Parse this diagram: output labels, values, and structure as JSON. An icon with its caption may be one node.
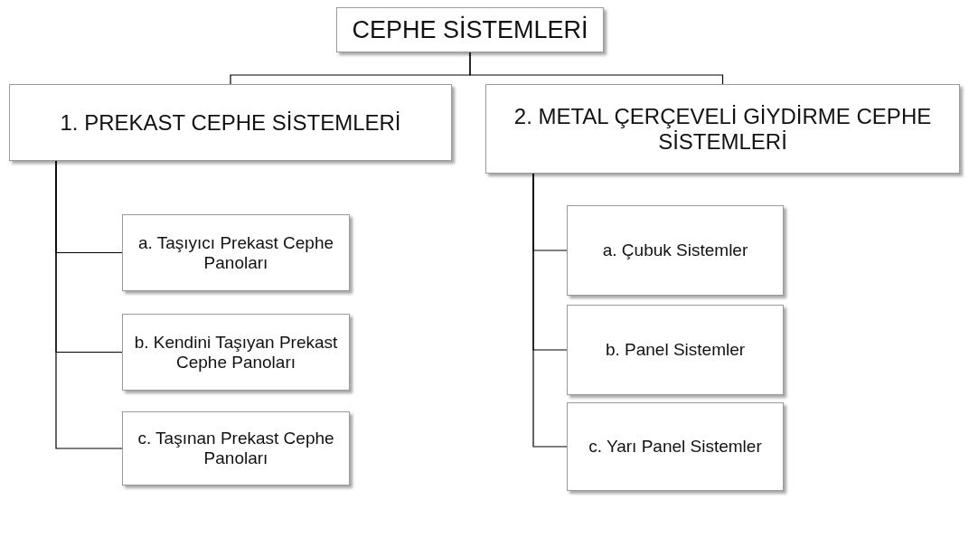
{
  "diagram": {
    "nodes": [
      {
        "text": [
          "CEPHE SİSTEMLERİ"
        ]
      },
      {
        "text": [
          "1. PREKAST CEPHE SİSTEMLERİ"
        ]
      },
      {
        "text": [
          "2. METAL ÇERÇEVELİ GİYDİRME CEPHE SİSTEMLERİ"
        ]
      },
      {
        "text": [
          "a. Taşıyıcı Prekast Cephe Panoları"
        ]
      },
      {
        "text": [
          "b. Kendini Taşıyan Prekast Cephe Panoları"
        ]
      },
      {
        "text": [
          "c. Taşınan Prekast Cephe Panoları"
        ]
      },
      {
        "text": [
          "a. Çubuk Sistemler"
        ]
      },
      {
        "text": [
          "b. Panel Sistemler"
        ]
      },
      {
        "text": [
          "c. Yarı Panel Sistemler"
        ]
      }
    ],
    "edges": [
      {
        "from": 0,
        "to": 1,
        "arrow": "none"
      },
      {
        "from": 0,
        "to": 2,
        "arrow": "none"
      },
      {
        "from": 1,
        "to": 3,
        "arrow": "none"
      },
      {
        "from": 1,
        "to": 4,
        "arrow": "none"
      },
      {
        "from": 1,
        "to": 5,
        "arrow": "none"
      },
      {
        "from": 2,
        "to": 6,
        "arrow": "none"
      },
      {
        "from": 2,
        "to": 7,
        "arrow": "none"
      },
      {
        "from": 2,
        "to": 8,
        "arrow": "none"
      }
    ]
  }
}
